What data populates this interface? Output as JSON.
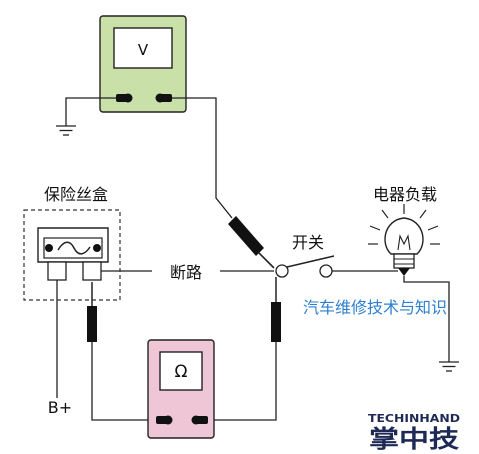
{
  "meters": {
    "voltmeter": {
      "symbol": "V",
      "body_color": "#c9e0a8"
    },
    "ohmmeter": {
      "symbol": "Ω",
      "body_color": "#efc6d6"
    }
  },
  "labels": {
    "fuse_box": "保险丝盒",
    "open_circuit": "断路",
    "switch": "开关",
    "load": "电器负载",
    "battery_positive": "B+"
  },
  "watermark": {
    "text": "汽车维修技术与知识",
    "brand_small": "TECHINHAND",
    "brand_large": "掌中技"
  },
  "colors": {
    "wire": "#222222",
    "probe": "#111111",
    "watermark": "#2c7fd0",
    "brand": "#1e2a55"
  }
}
